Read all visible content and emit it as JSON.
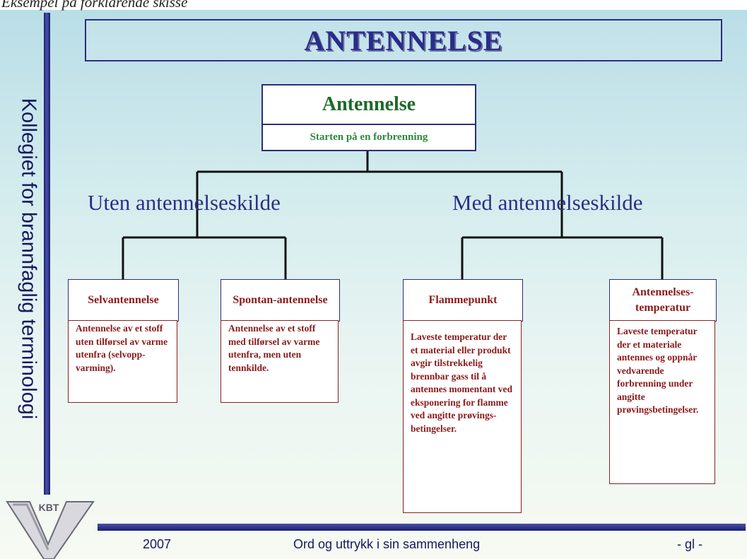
{
  "caption": "Eksempel på forklarende skisse",
  "side_title": "Kollegiet for brannfaglig terminologi",
  "banner_title": "ANTENNELSE",
  "root": {
    "title": "Antennelse",
    "subtitle": "Starten på en forbrenning"
  },
  "branches": {
    "left": "Uten antennelseskilde",
    "right": "Med antennelseskilde"
  },
  "nodes": [
    {
      "title": "Selvantennelse",
      "text": "Antennelse av et stoff uten tilførsel av varme utenfra (selvopp-varming)."
    },
    {
      "title": "Spontan-antennelse",
      "text": "Antennelse av et stoff med tilførsel av varme utenfra, men uten tennkilde."
    },
    {
      "title": "Flammepunkt",
      "text": "Laveste temperatur der et material eller produkt avgir tilstrekkelig brennbar gass til å antennes momentant ved eksponering for flamme ved angitte prøvings-betingelser."
    },
    {
      "title": "Antennelses-temperatur",
      "text": "Laveste temperatur der et materiale antennes og oppnår vedvarende forbrenning under angitte prøvingsbetingelser."
    }
  ],
  "logo_text": "KBT",
  "footer": {
    "year": "2007",
    "center": "Ord og uttrykk i sin sammenheng",
    "right": "- gl -"
  },
  "colors": {
    "navy": "#2b2d7e",
    "green_title": "#1e6a2a",
    "node_text": "#8b1a1a"
  }
}
